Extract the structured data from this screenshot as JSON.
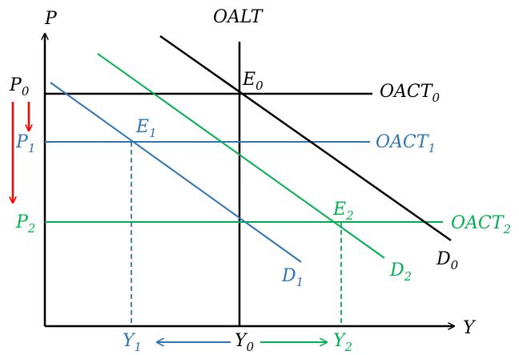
{
  "colors": {
    "black": "#000000",
    "blue": "#2e75b6",
    "green": "#00b050",
    "red": "#ff0000"
  },
  "axes": {
    "y_axis_label": "P",
    "x_axis_label": "Y"
  },
  "curves": {
    "oalt": {
      "label": "OALT"
    },
    "oact0": {
      "base": "OACT",
      "sub": "0"
    },
    "oact1": {
      "base": "OACT",
      "sub": "1"
    },
    "oact2": {
      "base": "OACT",
      "sub": "2"
    },
    "d0": {
      "base": "D",
      "sub": "0"
    },
    "d1": {
      "base": "D",
      "sub": "1"
    },
    "d2": {
      "base": "D",
      "sub": "2"
    }
  },
  "prices": {
    "p0": {
      "base": "P",
      "sub": "0"
    },
    "p1": {
      "base": "P",
      "sub": "1"
    },
    "p2": {
      "base": "P",
      "sub": "2"
    }
  },
  "outputs": {
    "y0": {
      "base": "Y",
      "sub": "0"
    },
    "y1": {
      "base": "Y",
      "sub": "1"
    },
    "y2": {
      "base": "Y",
      "sub": "2"
    }
  },
  "equilibria": {
    "e0": {
      "base": "E",
      "sub": "0"
    },
    "e1": {
      "base": "E",
      "sub": "1"
    },
    "e2": {
      "base": "E",
      "sub": "2"
    }
  }
}
